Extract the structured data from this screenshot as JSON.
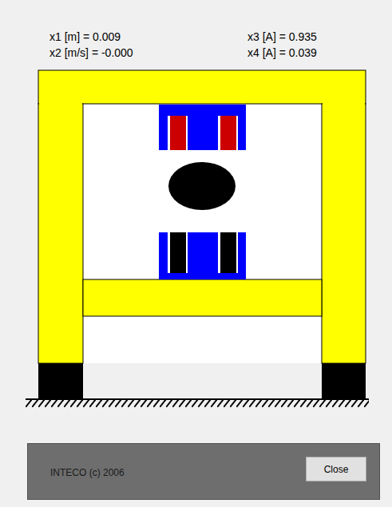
{
  "diagram": {
    "nodes": [
      {
        "text": [
          "INTECO (c) 2006"
        ]
      },
      {
        "text": [
          "Close"
        ],
        "in": 0
      }
    ],
    "labels": [
      "x1 [m] = 0.009",
      "x2 [m/s] = -0.000",
      "x3 [A] = 0.935",
      "x4 [A] = 0.039"
    ]
  }
}
